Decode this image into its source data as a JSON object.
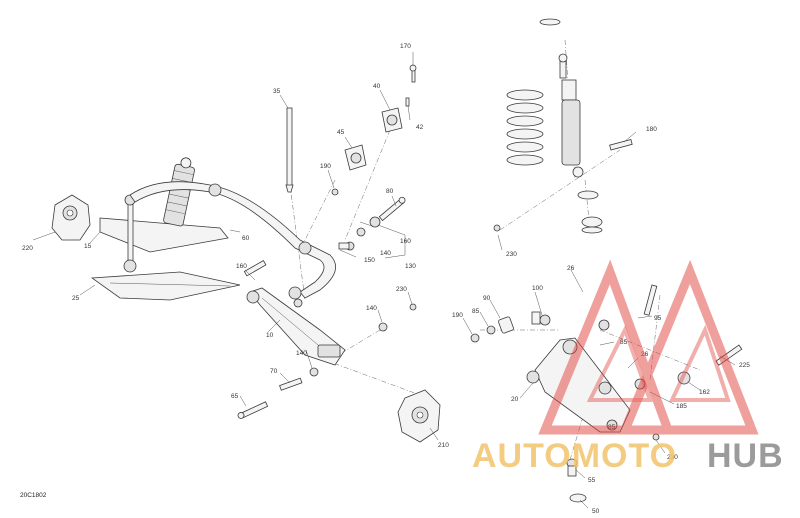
{
  "diagram_code": "20C1802",
  "callouts": [
    "170",
    "40",
    "42",
    "35",
    "45",
    "190",
    "80",
    "180",
    "160",
    "140",
    "150",
    "130",
    "230",
    "60",
    "220",
    "15",
    "25",
    "160",
    "10",
    "140",
    "230",
    "90",
    "100",
    "190",
    "85",
    "26",
    "85",
    "95",
    "140",
    "70",
    "65",
    "210",
    "26",
    "225",
    "162",
    "185",
    "20",
    "230",
    "55",
    "50",
    "85"
  ],
  "watermark": {
    "part1": "AUTOMOTO",
    "part2": "HUB",
    "colors": {
      "triangle": "#e0453f",
      "text_primary": "#f2c46d",
      "text_secondary": "#8a8a8a"
    }
  }
}
